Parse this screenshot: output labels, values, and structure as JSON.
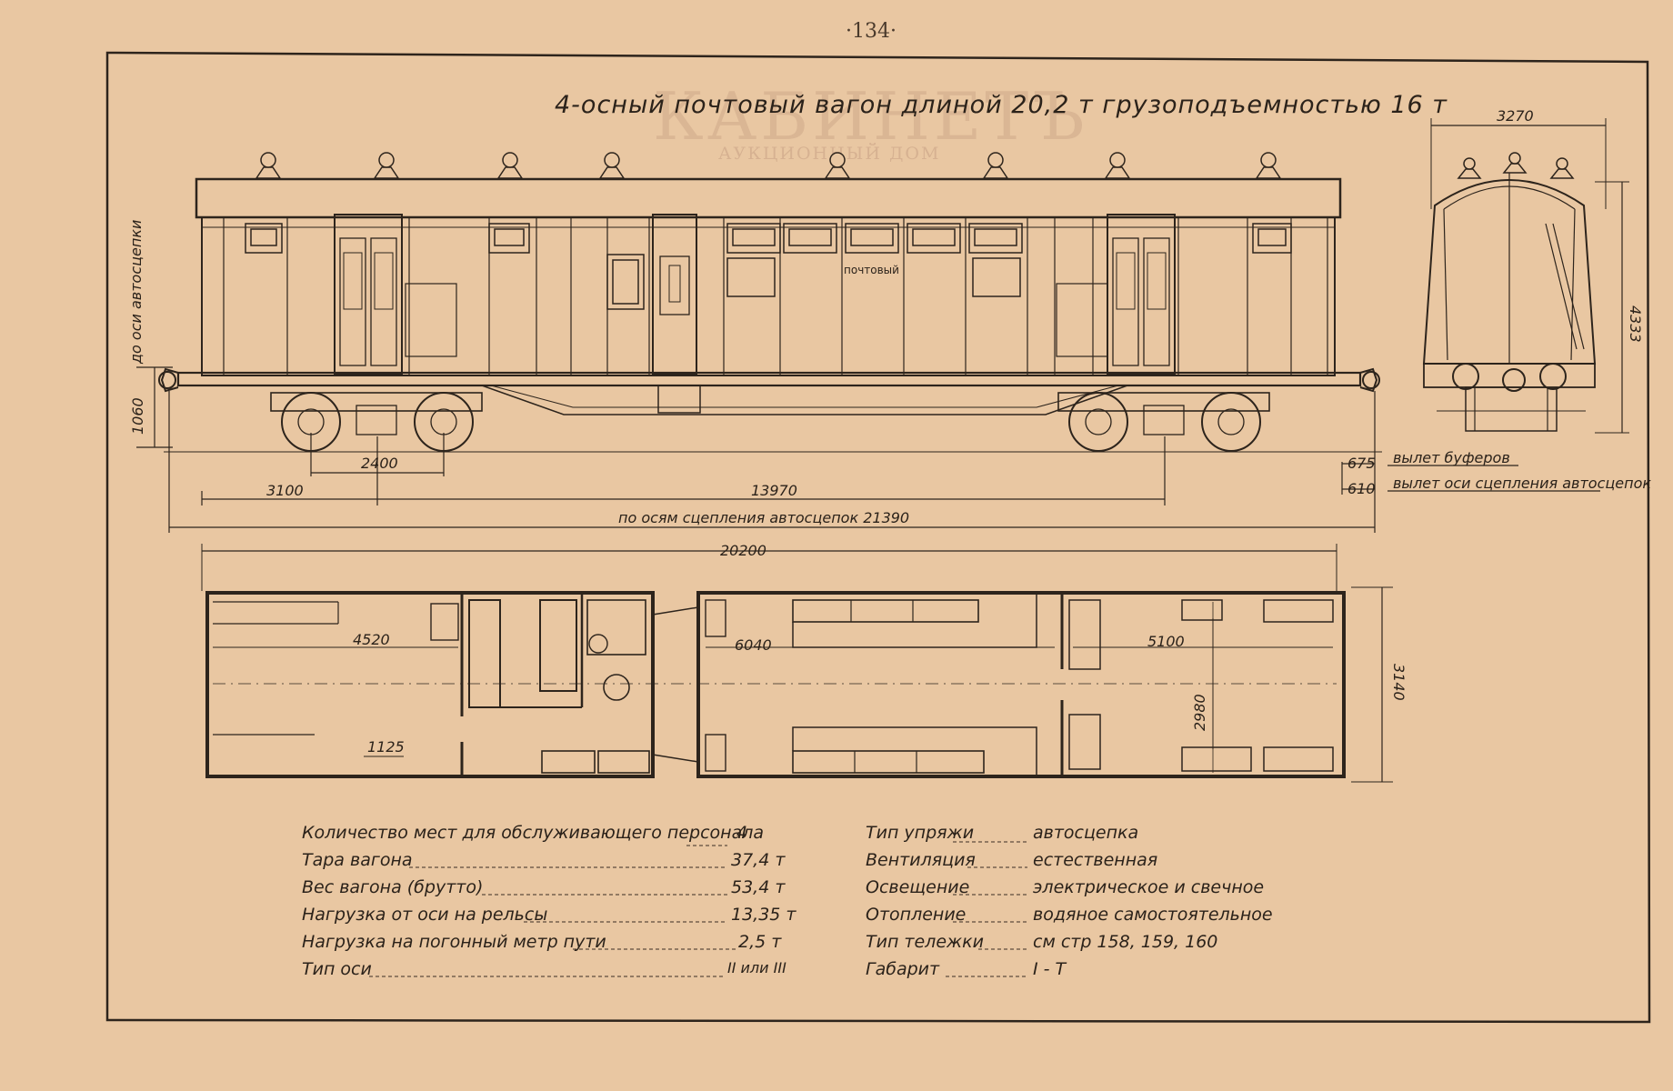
{
  "page_number": "·134·",
  "title": "4-осный почтовый вагон длиной 20,2 т грузоподъемностью 16 т",
  "watermark": {
    "main": "КАБИНЕТЪ",
    "sub": "АУКЦИОННЫЙ ДОМ"
  },
  "door_label": "почтовый",
  "side_dims": {
    "to_axle": "до оси автосцепки",
    "height_1060": "1060",
    "bogie_base": "2400",
    "end_to_bogie": "3100",
    "bogie_centers": "13970",
    "coupling_length_label": "по осям сцепления автосцепок 21390",
    "buffer_offset_value": "675",
    "buffer_offset_label": "вылет буферов",
    "coupler_offset_value": "610",
    "coupler_offset_label": "вылет оси сцепления автосцепок"
  },
  "end_view_dims": {
    "width": "3270",
    "height": "4333"
  },
  "plan_dims": {
    "total_length": "20200",
    "width": "3140",
    "compartment_1": "4520",
    "compartment_2": "6040",
    "compartment_3": "5100",
    "inner_width": "2980",
    "small": "1125"
  },
  "specs_left": [
    {
      "label": "Количество мест для обслуживающего персонала",
      "value": "4"
    },
    {
      "label": "Тара вагона",
      "value": "37,4 т"
    },
    {
      "label": "Вес вагона (брутто)",
      "value": "53,4 т"
    },
    {
      "label": "Нагрузка от оси на рельсы",
      "value": "13,35 т"
    },
    {
      "label": "Нагрузка на погонный метр пути",
      "value": "2,5 т"
    },
    {
      "label": "Тип оси",
      "value": "II или III"
    }
  ],
  "specs_right": [
    {
      "label": "Тип упряжи",
      "value": "автосцепка"
    },
    {
      "label": "Вентиляция",
      "value": "естественная"
    },
    {
      "label": "Освещение",
      "value": "электрическое и свечное"
    },
    {
      "label": "Отопление",
      "value": "водяное самостоятельное"
    },
    {
      "label": "Тип тележки",
      "value": "см стр 158, 159, 160"
    },
    {
      "label": "Габарит",
      "value": "I - Т"
    }
  ],
  "colors": {
    "paper": "#e9c7a2",
    "ink": "#2d241c",
    "watermark": "#cfa98a"
  }
}
